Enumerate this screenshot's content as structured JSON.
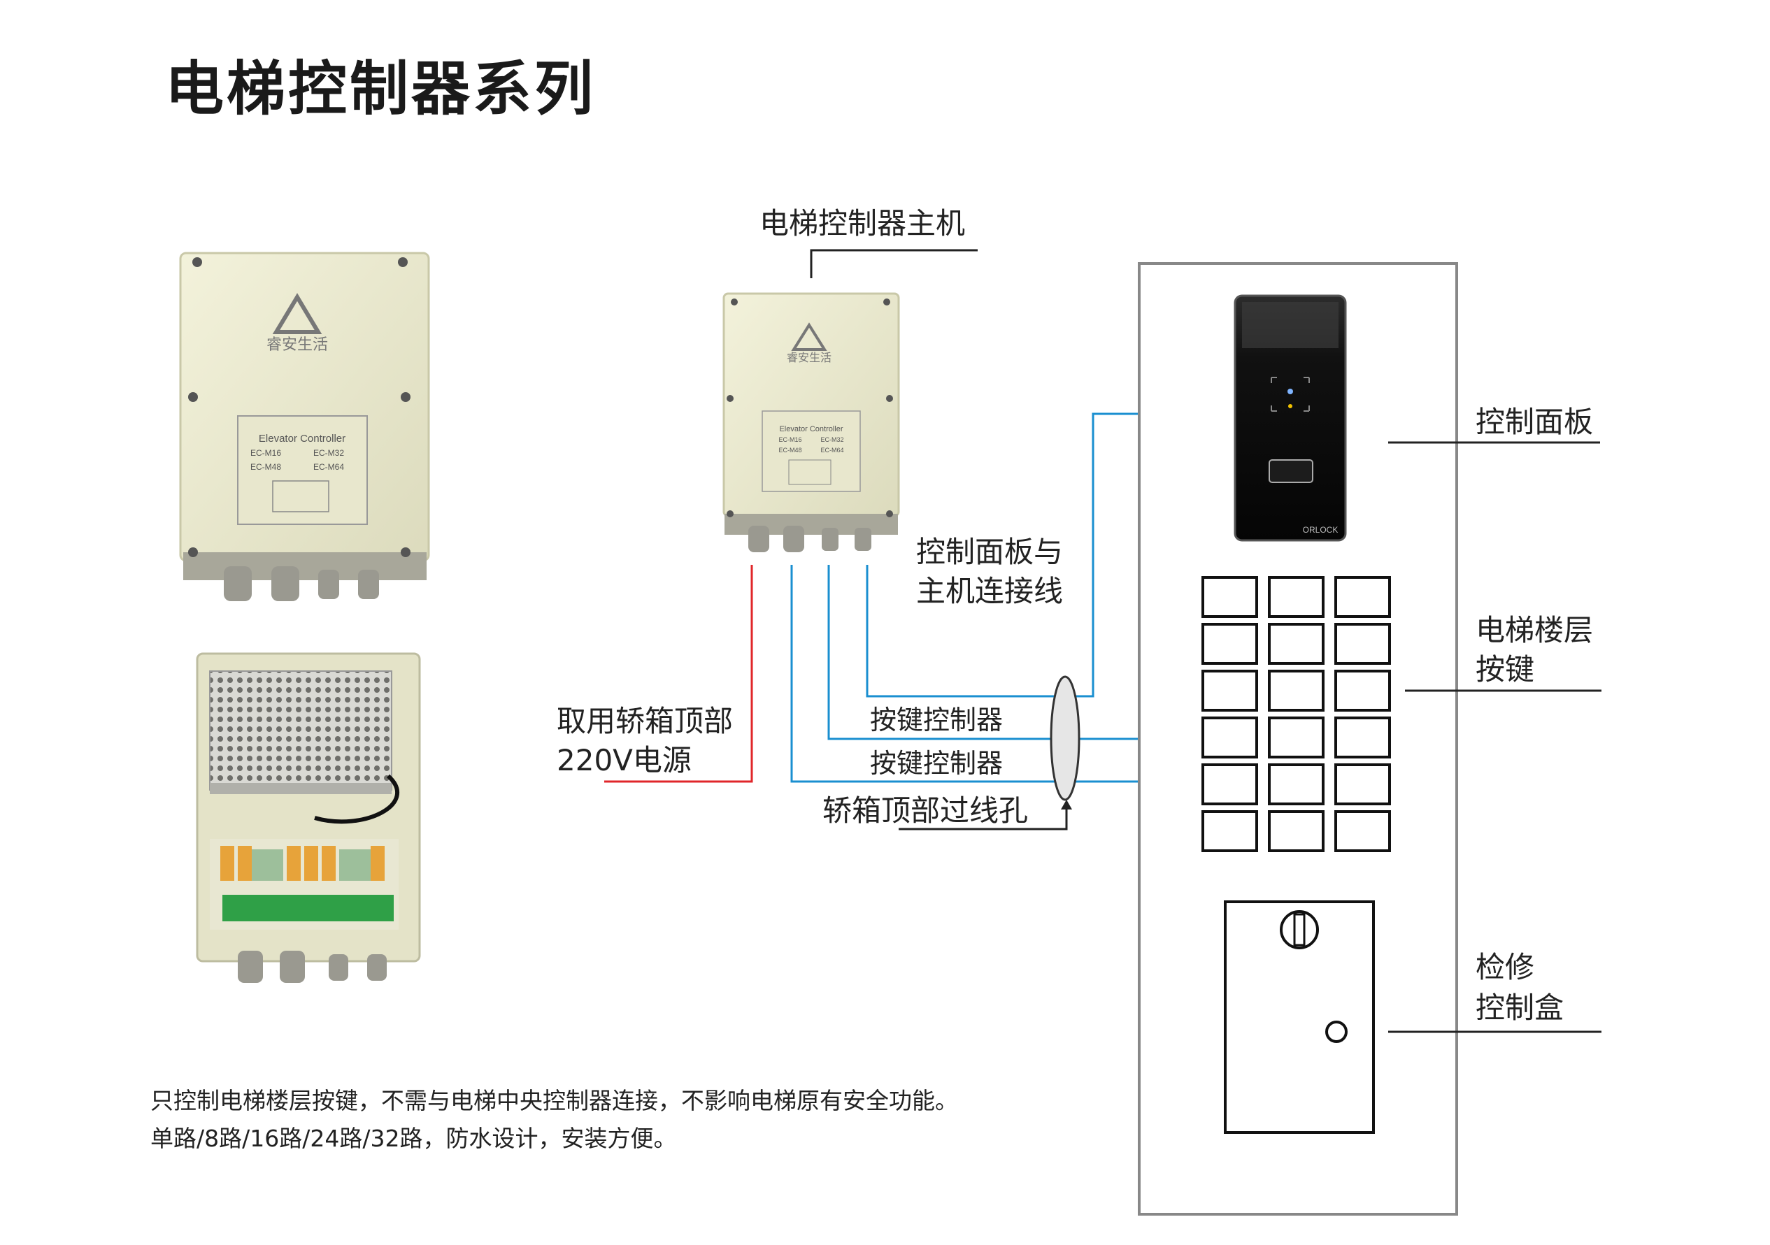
{
  "title": "电梯控制器系列",
  "labels": {
    "host": "电梯控制器主机",
    "panel_connect_1": "控制面板与",
    "panel_connect_2": "主机连接线",
    "power_1": "取用轿箱顶部",
    "power_2": "220V电源",
    "key_ctrl_1": "按键控制器",
    "key_ctrl_2": "按键控制器",
    "hole": "轿箱顶部过线孔",
    "control_panel": "控制面板",
    "floor_buttons_1": "电梯楼层",
    "floor_buttons_2": "按键",
    "service_box_1": "检修",
    "service_box_2": "控制盒"
  },
  "device": {
    "brand": "睿安生活",
    "nameplate": "Elevator Controller",
    "models": [
      "EC-M16",
      "EC-M32",
      "EC-M48",
      "EC-M64"
    ],
    "reader_brand": "ORLOCK"
  },
  "description": [
    "只控制电梯楼层按键，不需与电梯中央控制器连接，不影响电梯原有安全功能。",
    "单路/8路/16路/24路/32路，防水设计，安装方便。"
  ],
  "colors": {
    "power_line": "#e0262a",
    "data_line": "#1a8fd0",
    "enclosure": "#ecebcf",
    "leader": "#222222"
  }
}
